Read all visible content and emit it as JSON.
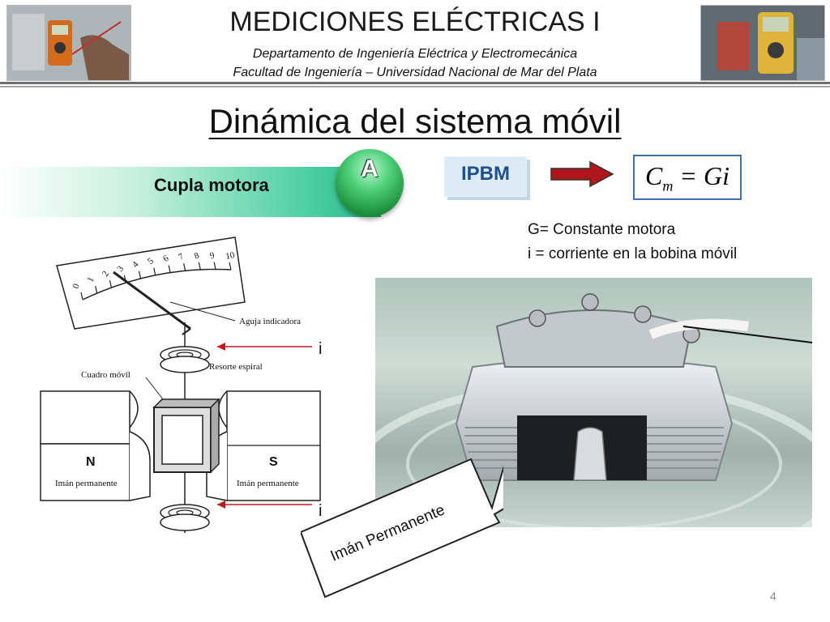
{
  "header": {
    "title": "MEDICIONES ELÉCTRICAS I",
    "subtitle_1": "Departamento de Ingeniería Eléctrica y Electromecánica",
    "subtitle_2": "Facultad de Ingeniería – Universidad Nacional de Mar del Plata"
  },
  "slide": {
    "title": "Dinámica del sistema móvil",
    "page_number": "4"
  },
  "banner": {
    "label": "Cupla motora",
    "badge": "A"
  },
  "ipbm": {
    "label": "IPBM"
  },
  "formula": {
    "lhs": "C",
    "lhs_sub": "m",
    "rhs": "= Gi"
  },
  "notes": {
    "g": "G= Constante motora",
    "i": "i = corriente en la bobina móvil"
  },
  "diagram": {
    "scale": [
      "0",
      "1",
      "2",
      "3",
      "4",
      "5",
      "6",
      "7",
      "8",
      "9",
      "10"
    ],
    "needle_label": "Aguja indicadora",
    "coil_label": "Cuadro móvil",
    "spring_label": "Resorte espiral",
    "north": "N",
    "south": "S",
    "magnet_label_left": "Imán permanente",
    "magnet_label_right": "Imán permanente",
    "current_top": "i",
    "current_bottom": "i"
  },
  "callout": {
    "label": "Imán Permanente"
  },
  "colors": {
    "accent_green": "#24b985",
    "badge_green": "#11802f",
    "arrow_red": "#b0151c",
    "formula_border": "#3a73b8",
    "ipbm_text": "#1f4f8c"
  }
}
